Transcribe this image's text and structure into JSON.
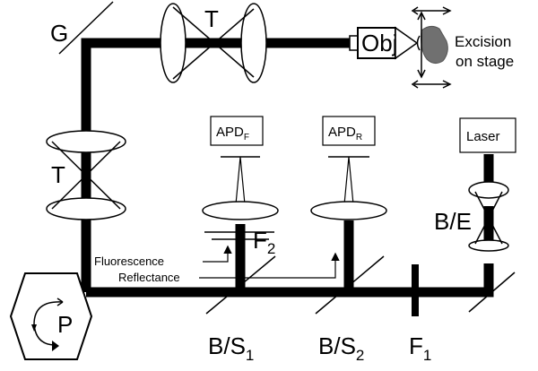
{
  "labels": {
    "galvo": "G",
    "telescope_top": "T",
    "telescope_left": "T",
    "objective": "Obj",
    "excision_line1": "Excision",
    "excision_line2": "on stage",
    "apd_f_main": "APD",
    "apd_f_sub": "F",
    "apd_r_main": "APD",
    "apd_r_sub": "R",
    "laser": "Laser",
    "beam_expander": "B/E",
    "filter2_main": "F",
    "filter2_sub": "2",
    "fluorescence": "Fluorescence",
    "reflectance": "Reflectance",
    "polygon": "P",
    "bs1_main": "B/S",
    "bs1_sub": "1",
    "bs2_main": "B/S",
    "bs2_sub": "2",
    "filter1_main": "F",
    "filter1_sub": "1"
  },
  "colors": {
    "beam": "#000000",
    "sample": "#707070",
    "background": "#ffffff"
  }
}
